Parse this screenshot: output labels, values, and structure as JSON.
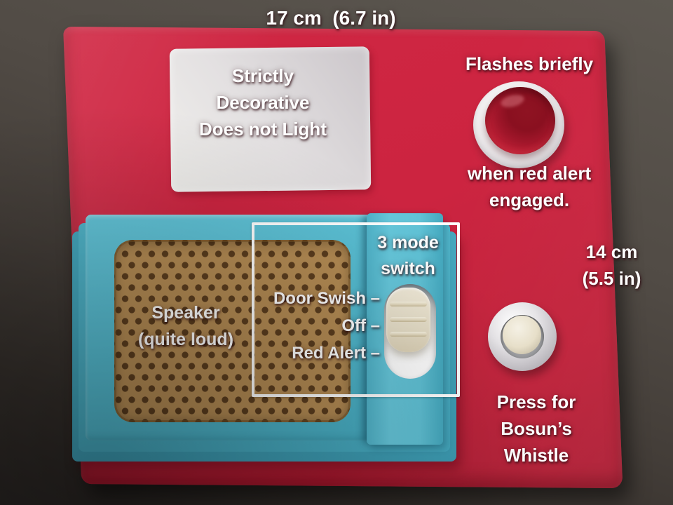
{
  "labels": {
    "width": "17 cm  (6.7 in)",
    "height": [
      "14 cm",
      "(5.5 in)"
    ],
    "panel": [
      "Strictly",
      "Decorative",
      "Does not Light"
    ],
    "alert_above": "Flashes briefly",
    "alert_below": [
      "when red alert",
      "engaged."
    ],
    "switch_title": [
      "3 mode",
      "switch"
    ],
    "switch_modes": [
      "Door Swish –",
      "Off –",
      "Red Alert –"
    ],
    "speaker": [
      "Speaker",
      "(quite loud)"
    ],
    "bosun": [
      "Press for",
      "Bosun’s",
      "Whistle"
    ]
  },
  "colors": {
    "body_red": "#d02743",
    "panel_white": "#e3e0e1",
    "speaker_teal": "#55bdd2",
    "grille_tan": "#b58c54",
    "alert_dome_red": "#8f1322",
    "knob_ivory": "#e7dfc9",
    "annotation_text": "#ffffff",
    "callout_border": "#ffffff"
  }
}
